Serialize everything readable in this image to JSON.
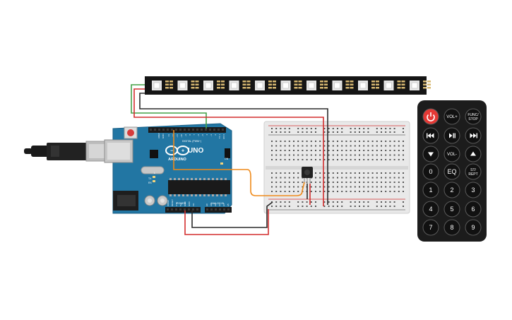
{
  "arduino": {
    "brand": "ARDUINO",
    "model": "UNO",
    "digital_label": "DIGITAL (PWM~)",
    "power_label": "POWER",
    "analog_label": "ANALOG IN",
    "tx_label": "TX",
    "rx_label": "RX",
    "on_label": "ON",
    "l_label": "L",
    "aref_label": "AREF",
    "gnd_label": "GND",
    "digital_pins": [
      "13",
      "12",
      "~11",
      "~10",
      "~9",
      "8",
      "7",
      "~6",
      "~5",
      "4",
      "~3",
      "2",
      "TX 1",
      "RX 0"
    ],
    "power_pins": [
      "IOREF",
      "RESET",
      "3.3V",
      "5V",
      "GND",
      "GND",
      "Vin"
    ],
    "analog_pins": [
      "A0",
      "A1",
      "A2",
      "A3",
      "A4",
      "A5"
    ]
  },
  "remote": {
    "buttons": [
      {
        "label": "",
        "icon": "power-icon",
        "color": "#e53935"
      },
      {
        "label": "VOL+",
        "icon": "",
        "color": "#111111"
      },
      {
        "label": "FUNC/ STOP",
        "icon": "",
        "color": "#111111"
      },
      {
        "label": "",
        "icon": "rewind-icon",
        "color": "#111111"
      },
      {
        "label": "",
        "icon": "play-pause-icon",
        "color": "#111111"
      },
      {
        "label": "",
        "icon": "fast-forward-icon",
        "color": "#111111"
      },
      {
        "label": "",
        "icon": "down-icon",
        "color": "#111111"
      },
      {
        "label": "VOL-",
        "icon": "",
        "color": "#111111"
      },
      {
        "label": "",
        "icon": "up-icon",
        "color": "#111111"
      },
      {
        "label": "0",
        "icon": "",
        "color": "#111111"
      },
      {
        "label": "EQ",
        "icon": "",
        "color": "#111111"
      },
      {
        "label": "ST/ REPT",
        "icon": "",
        "color": "#111111"
      },
      {
        "label": "1",
        "icon": "",
        "color": "#111111"
      },
      {
        "label": "2",
        "icon": "",
        "color": "#111111"
      },
      {
        "label": "3",
        "icon": "",
        "color": "#111111"
      },
      {
        "label": "4",
        "icon": "",
        "color": "#111111"
      },
      {
        "label": "5",
        "icon": "",
        "color": "#111111"
      },
      {
        "label": "6",
        "icon": "",
        "color": "#111111"
      },
      {
        "label": "7",
        "icon": "",
        "color": "#111111"
      },
      {
        "label": "8",
        "icon": "",
        "color": "#111111"
      },
      {
        "label": "9",
        "icon": "",
        "color": "#111111"
      }
    ]
  },
  "led_strip": {
    "led_count": 11
  },
  "colors": {
    "arduino_board": "#2276a3",
    "breadboard": "#e8e8e8",
    "wire_red": "#d32f2f",
    "wire_black": "#2b2b2b",
    "wire_green": "#43a047",
    "wire_orange": "#ef8a1a",
    "remote_body": "#1c1c1c"
  }
}
